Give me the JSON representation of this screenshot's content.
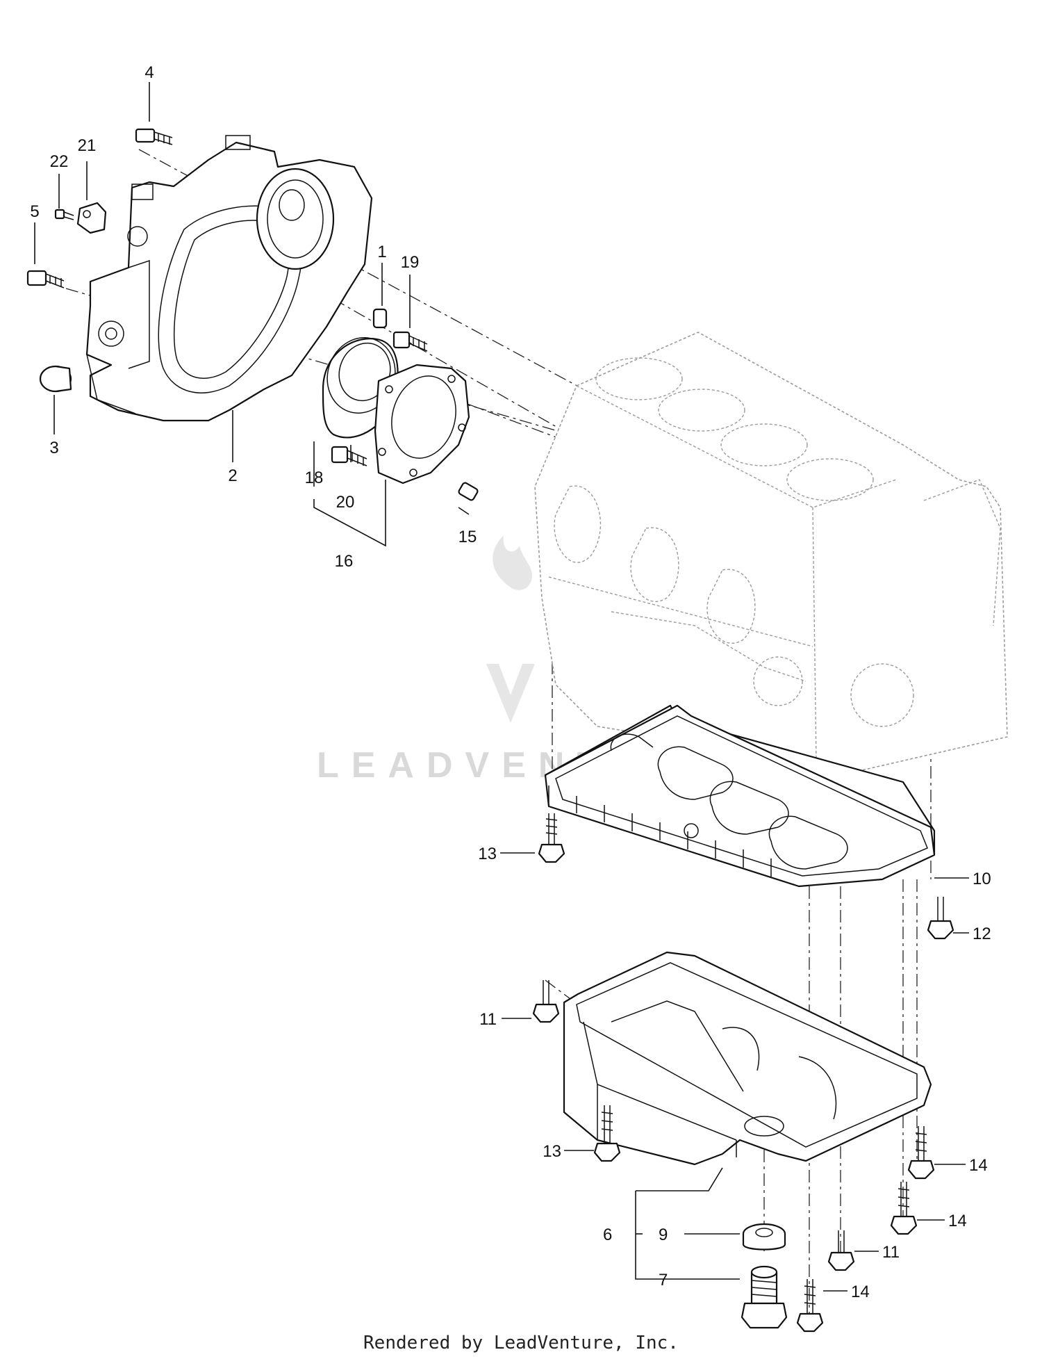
{
  "footer": {
    "text": "Rendered by LeadVenture, Inc."
  },
  "watermark": {
    "text": "LEADVENTURE",
    "color": "#d9d9d9"
  },
  "callouts": {
    "c1": "1",
    "c2": "2",
    "c3": "3",
    "c4": "4",
    "c5": "5",
    "c6": "6",
    "c7": "7",
    "c9": "9",
    "c10": "10",
    "c11a": "11",
    "c11b": "11",
    "c12": "12",
    "c13a": "13",
    "c13b": "13",
    "c14a": "14",
    "c14b": "14",
    "c14c": "14",
    "c15": "15",
    "c16": "16",
    "c18": "18",
    "c19": "19",
    "c20": "20",
    "c21": "21",
    "c22": "22"
  }
}
